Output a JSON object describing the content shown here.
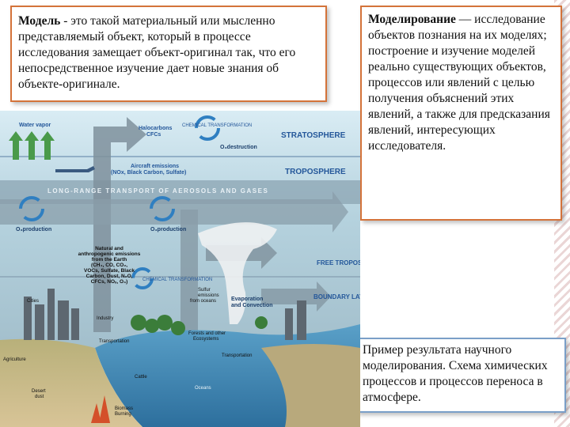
{
  "definition_model": {
    "term": "Модель",
    "text": " - это такой материальный или мысленно представляемый объект, который в процессе исследования замещает объект-оригинал так, что его непосредственное изучение дает новые знания об объекте-оригинале."
  },
  "definition_modeling": {
    "term": "Моделирование",
    "dash": " — ",
    "text": "исследование объектов познания на их моделях; построение и изучение моделей реально существующих объектов, процессов или явлений с целью получения объяснений этих явлений, а также для предсказания явлений, интересующих исследователя."
  },
  "caption": {
    "text": "Пример результата научного моделирования. Схема химических процессов и процессов переноса в атмосфере."
  },
  "diagram": {
    "water_vapor": "Water vapor",
    "halocarbons": "Halocarbons",
    "halocarbons_2": "CFCs",
    "chem_transformation": "CHEMICAL TRANSFORMATION",
    "stratosphere": "STRATOSPHERE",
    "o3_destruction": "O₃destruction",
    "aircraft_emissions": "Aircraft emissions",
    "aircraft_emissions_2": "(NOx, Black Carbon, Sulfate)",
    "troposphere": "TROPOSPHERE",
    "long_range": "LONG-RANGE TRANSPORT OF AEROSOLS AND GASES",
    "o3_production_1": "O₃production",
    "o3_production_2": "O₃production",
    "natural_emissions": [
      "Natural and",
      "anthropogenic emissions",
      "from the Earth",
      "(CH₄, CO, CO₂,",
      "VOCs, Sulfate, Black",
      "Carbon, Dust, N₂O,",
      "CFCs, NOₓ, O₃)"
    ],
    "chem_transformation_3": "CHEMICAL TRANSFORMATION",
    "free_troposphere": "FREE TROPOSPHERE",
    "boundary_layer": "BOUNDARY LAYER",
    "cities": "Cities",
    "industry": "Industry",
    "evaporation": "Evaporation",
    "convection": "and Convection",
    "sulfur_emissions": "Sulfur",
    "sulfur_emissions_2": "emissions",
    "sulfur_emissions_3": "from oceans",
    "transportation_1": "Transportation",
    "transportation_2": "Transportation",
    "forests": "Forests and other",
    "forests_2": "Ecosystems",
    "agriculture": "Agriculture",
    "cattle": "Cattle",
    "oceans": "Oceans",
    "desert_dust": "Desert",
    "desert_dust_2": "dust",
    "biomass": "Biomass",
    "biomass_2": "Burning",
    "colors": {
      "sky_top": "#c9e3ef",
      "sky_mid": "#a9c7d3",
      "band": "#8ea7b5",
      "arrow": "#7f919c",
      "cycle": "#2f7fc1",
      "label_blue": "#24579a",
      "ocean": "#3c84b4",
      "land": "#c9b98f"
    }
  }
}
